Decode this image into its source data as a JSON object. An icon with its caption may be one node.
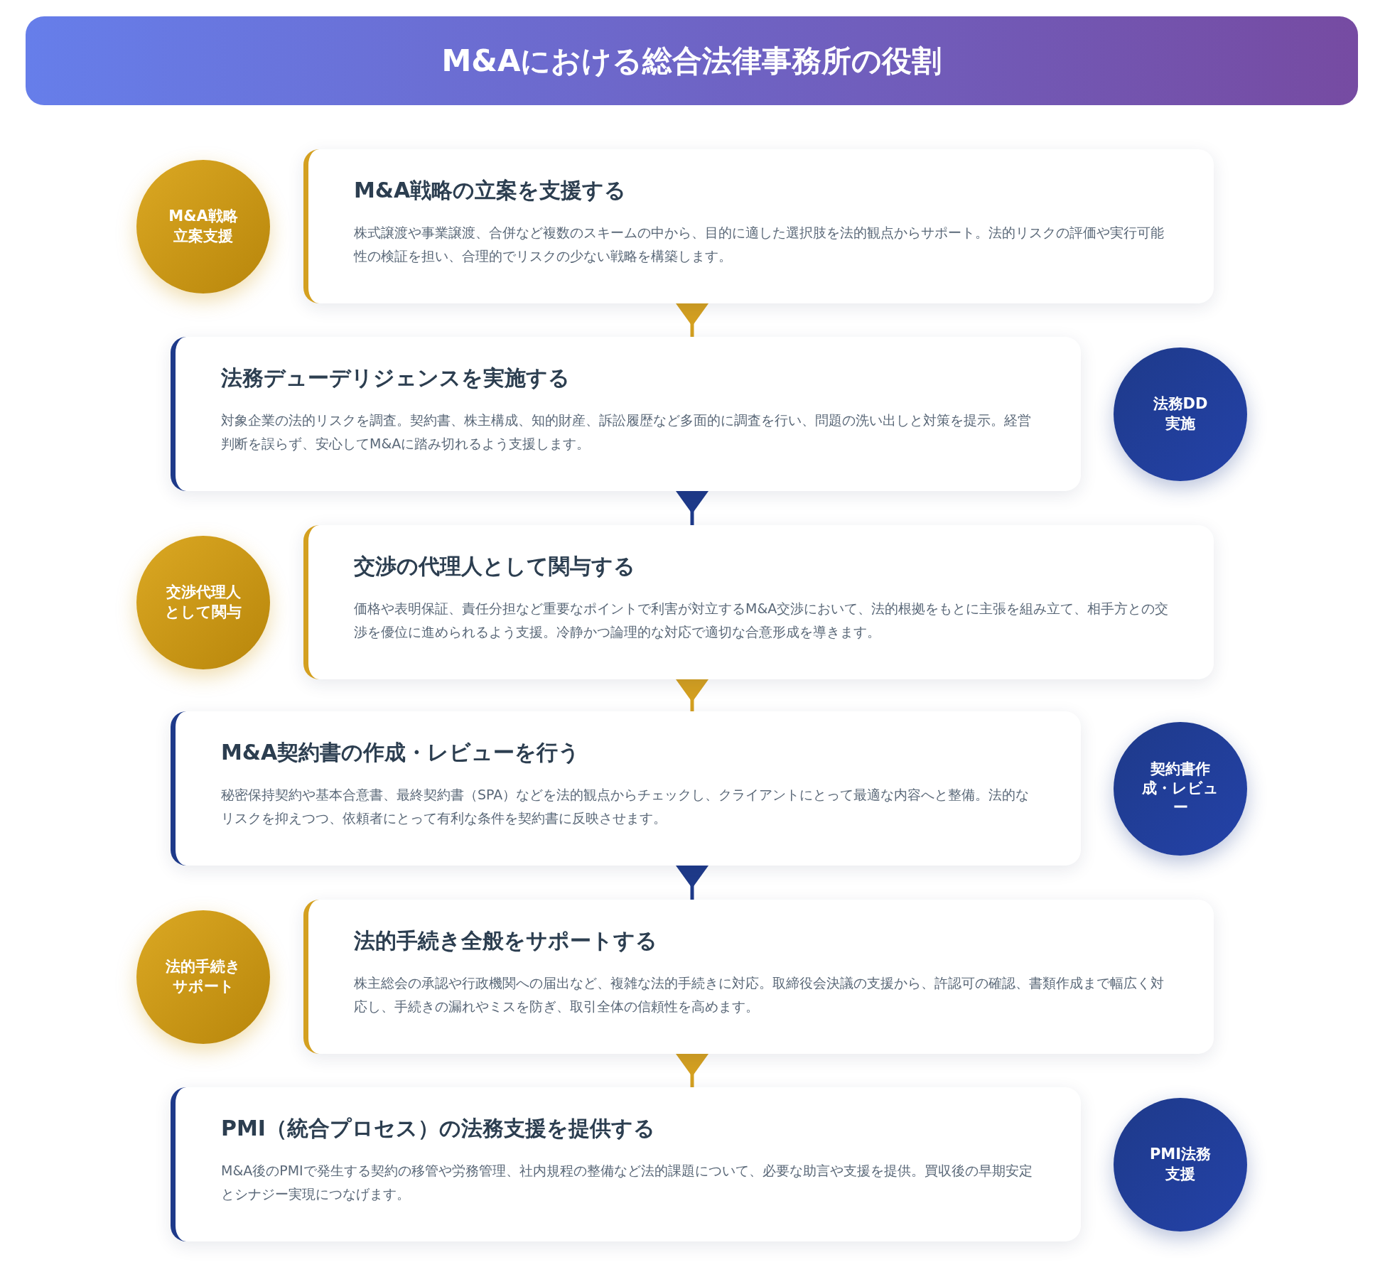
{
  "diagram": {
    "title": "M&Aにおける総合法律事務所の役割",
    "nodes": [
      {
        "text": [
          "M&A戦略立案支援"
        ]
      },
      {
        "text": [
          "M&A戦略の立案を支援する",
          "株式譲渡や事業譲渡、合併など複数のスキームの中から、目的に適した選択肢を法的観点からサポート。法的リスクの評価や実行可能性の検証を担い、合理的でリスクの少ない戦略を構築します。"
        ]
      },
      {
        "text": [
          "法務デューデリジェンスを実施する",
          "対象企業の法的リスクを調査。契約書、株主構成、知的財産、訴訟履歴など多面的に調査を行い、問題の洗い出しと対策を提示。経営判断を誤らず、安心してM&Aに踏み切れるよう支援します。"
        ]
      },
      {
        "text": [
          "法務DD実施"
        ]
      },
      {
        "text": [
          "交渉代理人として関与"
        ]
      },
      {
        "text": [
          "交渉の代理人として関与する",
          "価格や表明保証、責任分担など重要なポイントで利害が対立するM&A交渉において、法的根拠をもとに主張を組み立て、相手方との交渉を優位に進められるよう支援。冷静かつ論理的な対応で適切な合意形成を導きます。"
        ]
      },
      {
        "text": [
          "M&A契約書の作成・レビューを行う",
          "秘密保持契約や基本合意書、最終契約書（SPA）などを法的観点からチェックし、クライアントにとって最適な内容へと整備。法的なリスクを抑えつつ、依頼者にとって有利な条件を契約書に反映させます。"
        ]
      },
      {
        "text": [
          "契約書作成・レビュー"
        ]
      },
      {
        "text": [
          "法的手続きサポート"
        ]
      },
      {
        "text": [
          "法的手続き全般をサポートする",
          "株主総会の承認や行政機関への届出など、複雑な法的手続きに対応。取締役会決議の支援から、許認可の確認、書類作成まで幅広く対応し、手続きの漏れやミスを防ぎ、取引全体の信頼性を高めます。"
        ]
      },
      {
        "text": [
          "PMI（統合プロセス）の法務支援を提供する",
          "M&A後のPMIで発生する契約の移管や労務管理、社内規程の整備など法的課題について、必要な助言や支援を提供。買収後の早期安定とシナジー実現につなげます。"
        ]
      },
      {
        "text": [
          "PMI法務支援"
        ]
      }
    ],
    "edges": [
      {
        "from": 2,
        "to": 1,
        "arrow": "to"
      },
      {
        "from": 5,
        "to": 2,
        "arrow": "to",
        "color": "#1e3a8a"
      },
      {
        "from": 6,
        "to": 5,
        "arrow": "to"
      },
      {
        "from": 9,
        "to": 6,
        "arrow": "to",
        "color": "#1e3a8a"
      },
      {
        "from": 10,
        "to": 9,
        "arrow": "to"
      }
    ]
  }
}
